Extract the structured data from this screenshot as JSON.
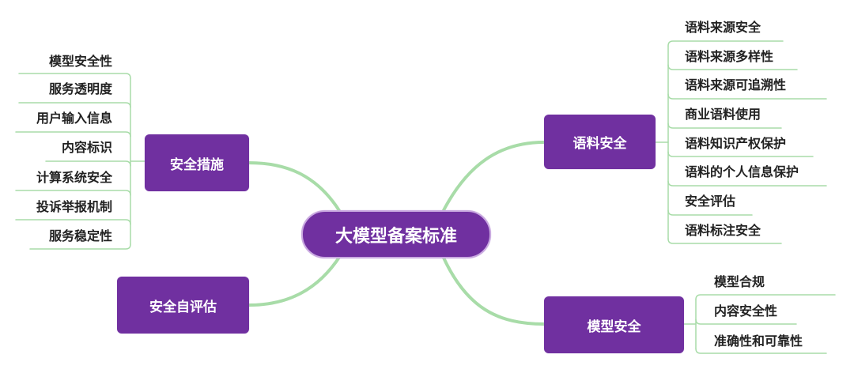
{
  "center": {
    "label": "大模型备案标准"
  },
  "branches": {
    "safety_measures": {
      "label": "安全措施",
      "items": [
        "模型安全性",
        "服务透明度",
        "用户输入信息",
        "内容标识",
        "计算系统安全",
        "投诉举报机制",
        "服务稳定性"
      ]
    },
    "self_assessment": {
      "label": "安全自评估"
    },
    "corpus_safety": {
      "label": "语料安全",
      "items": [
        "语料来源安全",
        "语料来源多样性",
        "语料来源可追溯性",
        "商业语料使用",
        "语料知识产权保护",
        "语料的个人信息保护",
        "安全评估",
        "语料标注安全"
      ]
    },
    "model_safety": {
      "label": "模型安全",
      "items": [
        "模型合规",
        "内容安全性",
        "准确性和可靠性"
      ]
    }
  },
  "colors": {
    "node": "#7030A0",
    "connector": "#a8dca8",
    "leaf_line": "#a8dca8"
  }
}
